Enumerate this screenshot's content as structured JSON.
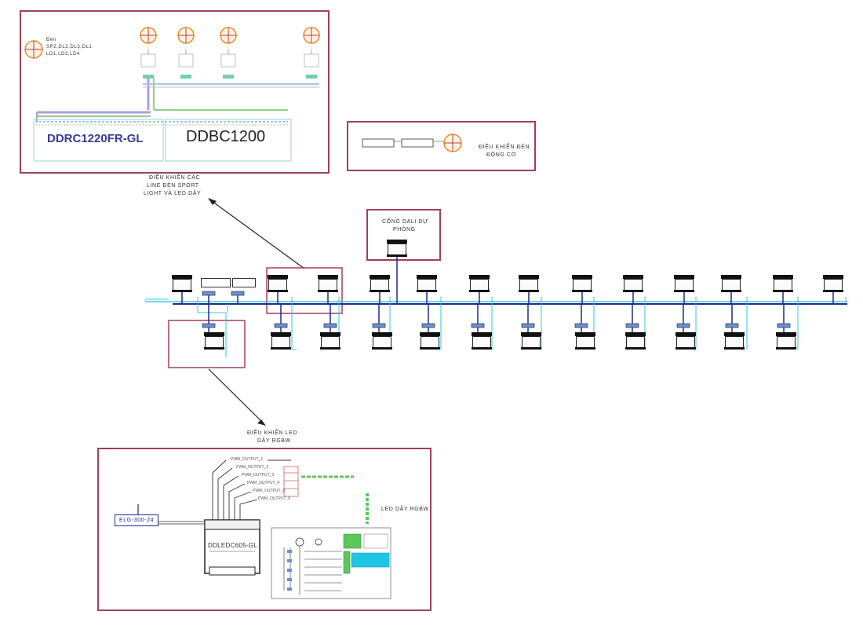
{
  "colors": {
    "frame": "#a0405a",
    "bus": "#1e2a8a",
    "wire": "#35c7e0",
    "accent_green": "#5cc85c",
    "lamp": "#f08a2a"
  },
  "top_panel": {
    "legend_label": "Đèn",
    "legend_line1": "SP2,DL2,DL3,DL1",
    "legend_line2": "LD1,LD2,LD4",
    "controller1_name": "DDRC1220FR-GL",
    "controller2_name": "DDBC1200"
  },
  "motor_panel": {
    "caption_line1": "ĐIỀU KHIỂN ĐÈN",
    "caption_line2": "ĐỘNG CƠ"
  },
  "callouts": {
    "sport_line1": "ĐIỀU KHIỂN CÁC",
    "sport_line2": "LINE ĐÈN SPORT",
    "sport_line3": "LIGHT VÀ LED DÂY",
    "dali_line1": "CỔNG DALI DỰ",
    "dali_line2": "PHÒNG",
    "rgbw_line1": "ĐIỀU KHIỂN LED",
    "rgbw_line2": "DÂY RGBW"
  },
  "bottom_panel": {
    "psu_name": "ELG-300-24",
    "controller_name": "DDLEDC605-GL",
    "strip_label": "LED DÂY RGBW",
    "outputs": [
      "PWM_OUTPUT_1",
      "PWM_OUTPUT_2",
      "PWM_OUTPUT_3",
      "PWM_OUTPUT_4",
      "PWM_OUTPUT_5",
      "PWM_OUTPUT_6"
    ]
  },
  "icons": [
    "lamp-icon",
    "dali-module-icon",
    "arrow-icon"
  ]
}
